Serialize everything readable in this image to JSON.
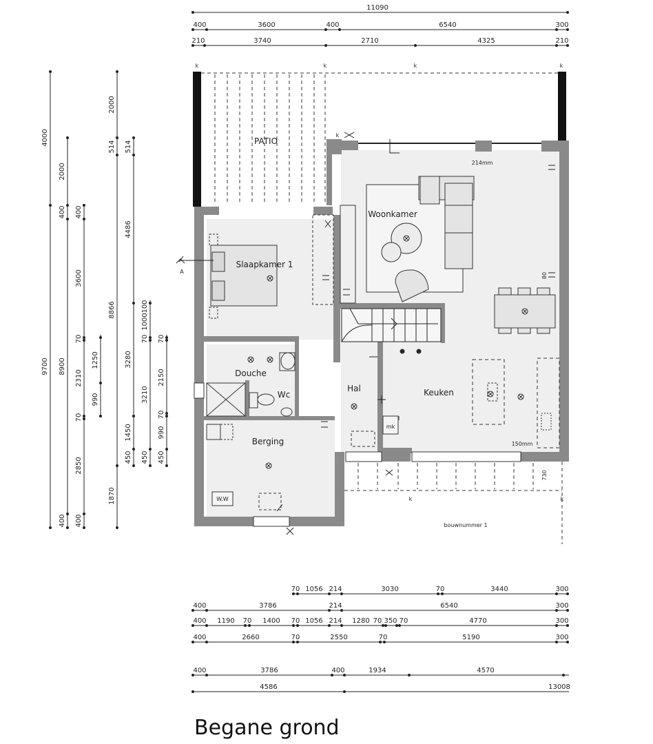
{
  "title": "Begane grond",
  "build_number": "bouwnummer 1",
  "rooms": {
    "patio": "PATIO",
    "living": "Woonkamer",
    "bedroom": "Slaapkamer 1",
    "shower": "Douche",
    "wc": "Wc",
    "hall": "Hal",
    "kitchen": "Keuken",
    "storage": "Berging"
  },
  "labels": {
    "depth_214": "214mm",
    "depth_150": "150mm",
    "meter_box": "mk",
    "washer": "W.W",
    "k": "k",
    "section_a": "A",
    "eighty": "80",
    "seven_thirty": "730"
  },
  "dims_top": {
    "row1": [
      "11090"
    ],
    "row2": [
      "400",
      "3600",
      "400",
      "6540",
      "300"
    ],
    "row3": [
      "210",
      "3740",
      "2710",
      "4325",
      "210"
    ]
  },
  "dims_left": {
    "col1": [
      "4000",
      "9700"
    ],
    "col2": [
      "2000",
      "400",
      "8900",
      "400"
    ],
    "col3": [
      "400",
      "3600",
      "70",
      "2310",
      "70",
      "2850",
      "400"
    ],
    "col4": [
      "1250",
      "990"
    ],
    "col5": [
      "2000",
      "514",
      "8866",
      "1870"
    ],
    "col6": [
      "514",
      "4486",
      "3280",
      "1450",
      "450"
    ],
    "col7": [
      "100",
      "1000",
      "70",
      "3210",
      "450"
    ],
    "col8": [
      "70",
      "2150",
      "70",
      "990",
      "450"
    ]
  },
  "dims_bottom": {
    "row1": [
      "70",
      "1056",
      "214",
      "3030",
      "70",
      "3440",
      "300"
    ],
    "row2": [
      "400",
      "3786",
      "214",
      "6540",
      "300"
    ],
    "row3": [
      "400",
      "1190",
      "70",
      "1400",
      "70",
      "1056",
      "214",
      "1280",
      "70",
      "350",
      "70",
      "4770",
      "300"
    ],
    "row4": [
      "400",
      "2660",
      "70",
      "2550",
      "70",
      "5190",
      "300"
    ],
    "row5": [
      "400",
      "3786",
      "400",
      "1934",
      "4570"
    ],
    "row6": [
      "4586",
      "13008"
    ]
  }
}
